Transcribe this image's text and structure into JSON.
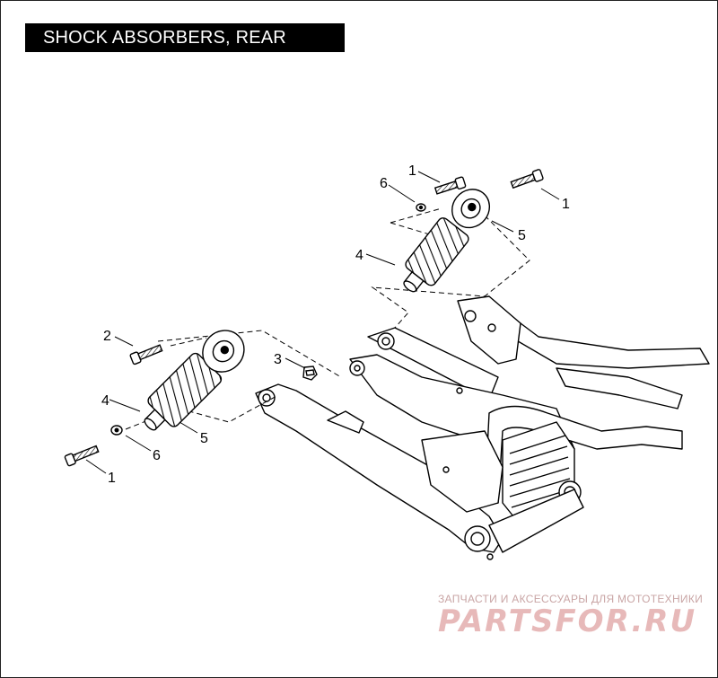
{
  "title": "SHOCK ABSORBERS, REAR",
  "callouts": {
    "top_bolt_left": "1",
    "top_bolt_right": "1",
    "top_washer": "6",
    "top_shock_upper": "5",
    "top_shock_lower": "4",
    "left_bolt_upper": "2",
    "nut": "3",
    "left_shock_lower": "4",
    "left_shock_upper": "5",
    "left_washer": "6",
    "left_bolt_lower": "1"
  },
  "watermark": {
    "tagline": "ЗАПЧАСТИ И АКСЕССУАРЫ ДЛЯ МОТОТЕХНИКИ",
    "logo": "PARTSFOR.RU"
  }
}
